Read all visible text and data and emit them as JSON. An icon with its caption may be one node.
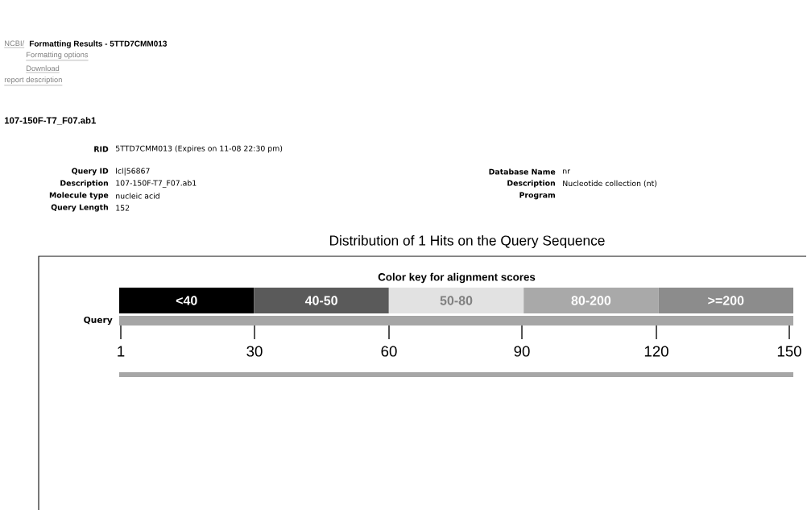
{
  "diagram": {
    "labels": [
      "NCBI/",
      "Formatting Results - 5TTD7CMM013",
      "Formatting options",
      "Download",
      "report description",
      "107-150F-T7_F07.ab1",
      "RID",
      "5TTD7CMM013 (Expires on 11-08 22:30 pm)",
      "Query ID",
      "lcl|56867",
      "Database Name",
      "nr",
      "Description",
      "107-150F-T7_F07.ab1",
      "Description",
      "Nucleotide collection (nt)",
      "Molecule type",
      "nucleic acid",
      "Program",
      "Query Length",
      "152",
      "Distribution of 1 Hits on the Query Sequence",
      "Color key for alignment scores",
      "Query",
      "1",
      "30",
      "60",
      "90",
      "120",
      "150"
    ],
    "legend": [
      {
        "text": "<40",
        "color": "#000000"
      },
      {
        "text": "40-50",
        "color": "#5a5a5a"
      },
      {
        "text": "50-80",
        "color": "#e2e2e2"
      },
      {
        "text": "80-200",
        "color": "#a9a9a9"
      },
      {
        "text": ">=200",
        "color": "#8c8c8c"
      }
    ]
  }
}
